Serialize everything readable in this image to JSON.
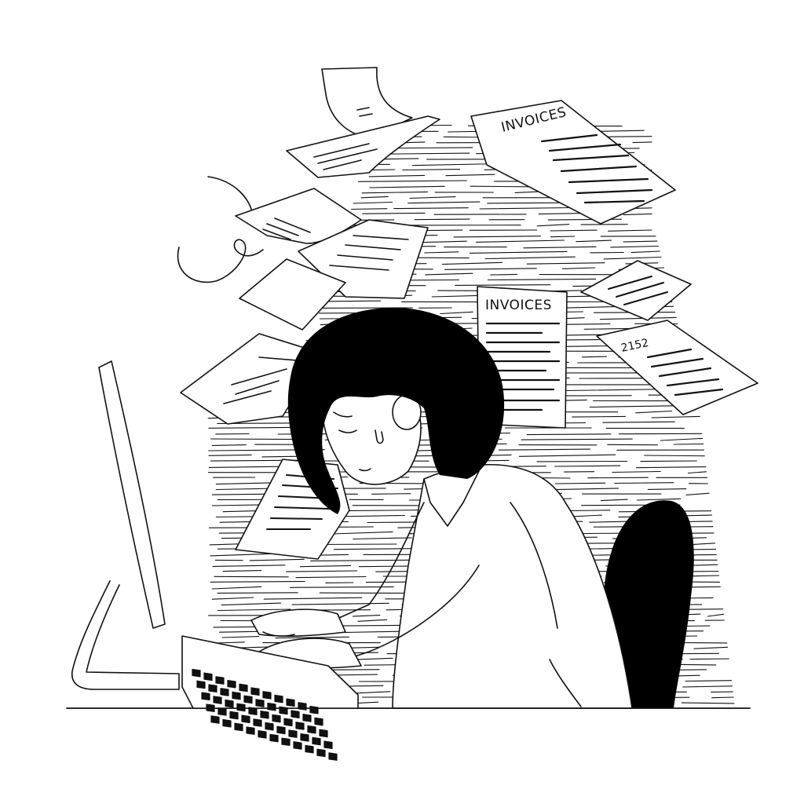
{
  "scene": {
    "documents": {
      "invoice_top_label": "INVOICES",
      "invoice_middle_label": "INVOICES",
      "receipt_number": "2152"
    },
    "colors": {
      "ink": "#111111",
      "background": "#ffffff"
    }
  }
}
